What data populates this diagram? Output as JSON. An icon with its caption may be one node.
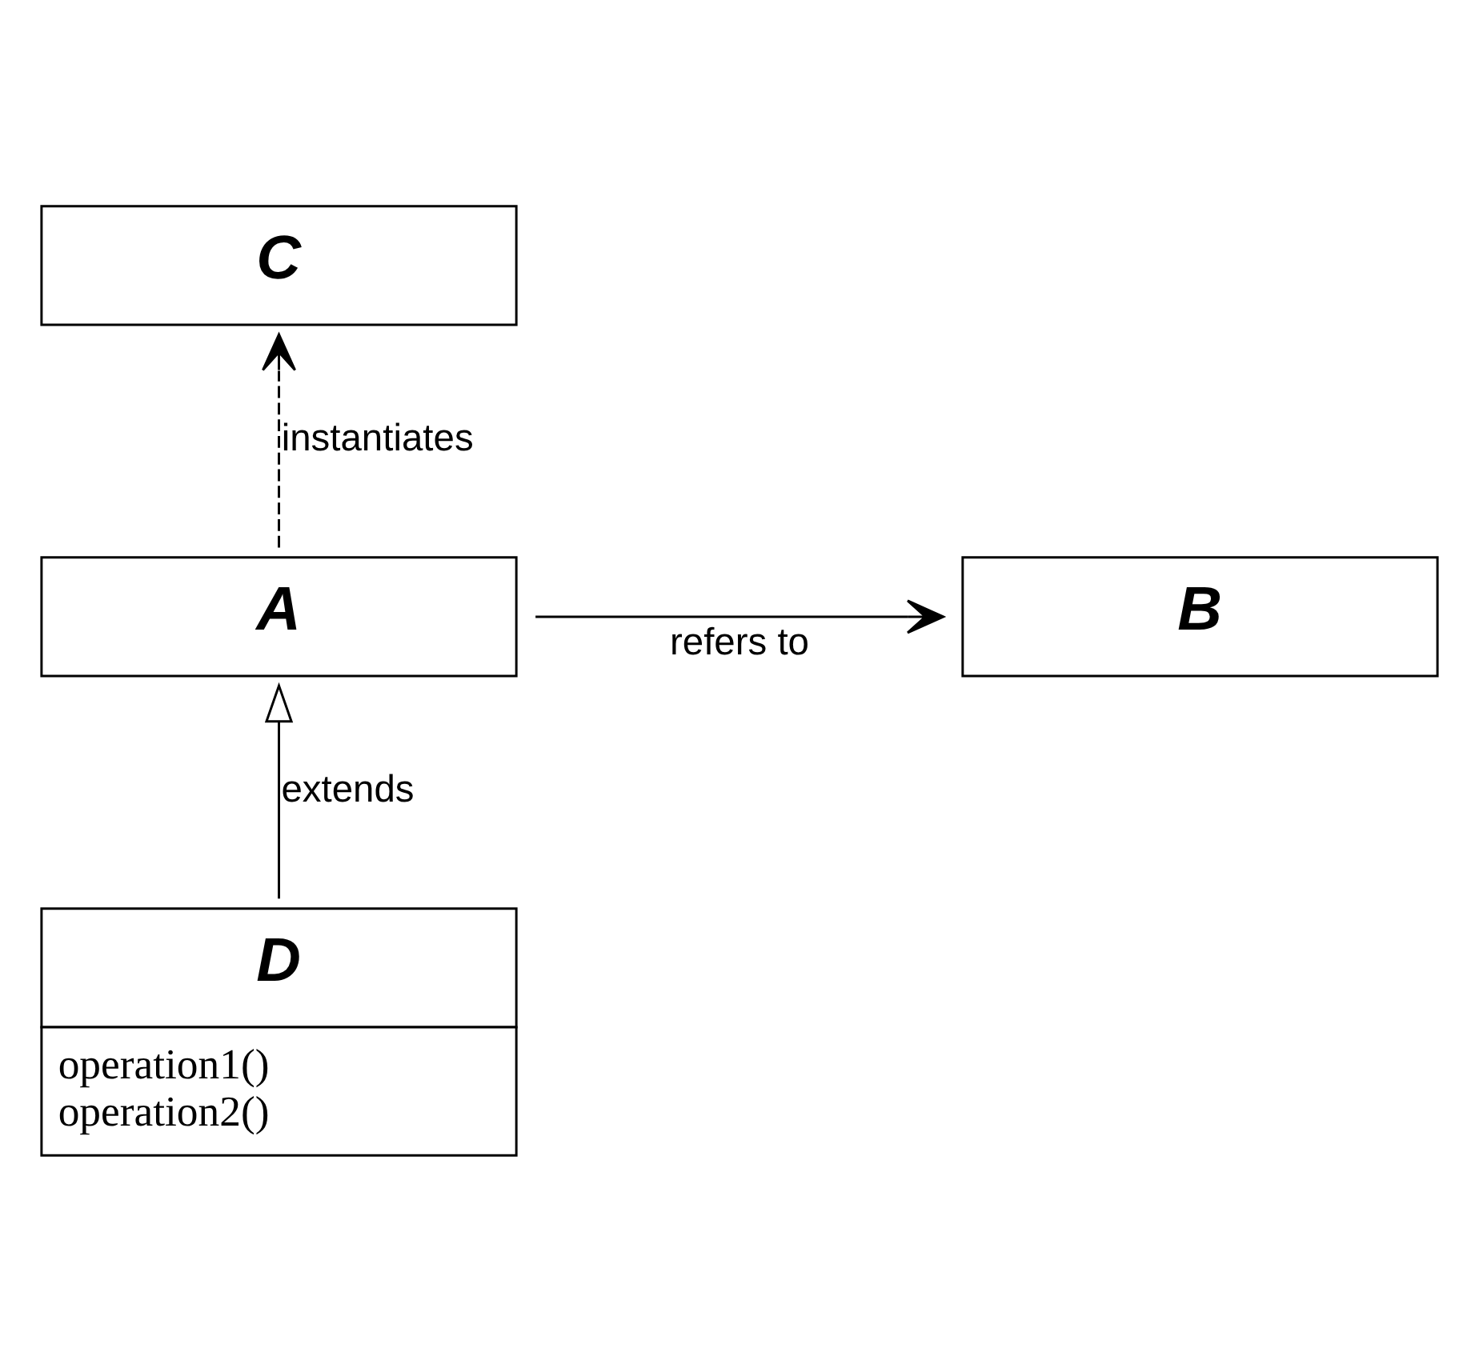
{
  "diagram": {
    "nodes": [
      {
        "text": [
          "A"
        ]
      },
      {
        "text": [
          "B"
        ]
      },
      {
        "text": [
          "C"
        ]
      },
      {
        "text": [
          "D",
          "operation1()",
          "operation2()"
        ]
      }
    ],
    "edges": [
      {
        "from": 0,
        "to": 2,
        "arrow": "to",
        "label": "instantiates",
        "style": "dashed"
      },
      {
        "from": 0,
        "to": 1,
        "arrow": "to",
        "label": "refers to"
      },
      {
        "from": 3,
        "to": 0,
        "arrow": "to",
        "label": "extends"
      }
    ]
  }
}
